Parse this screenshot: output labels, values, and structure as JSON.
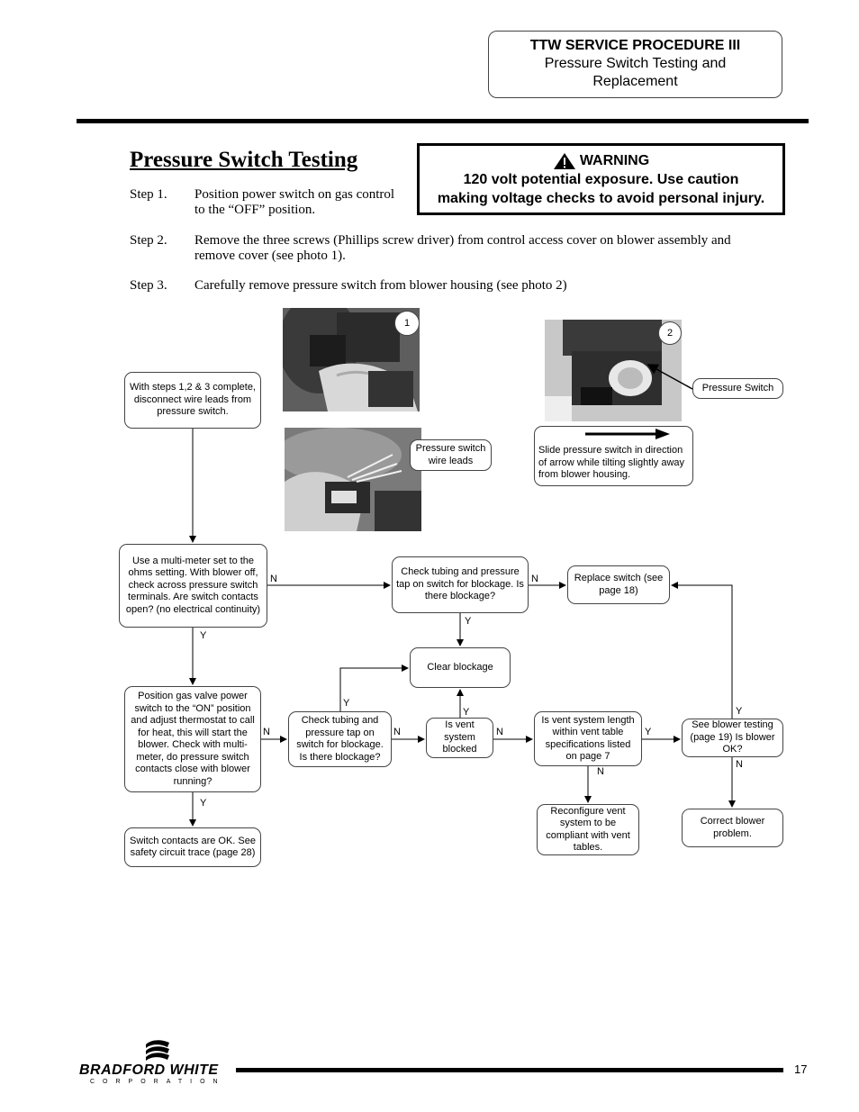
{
  "header": {
    "procedure_title": "TTW SERVICE PROCEDURE III",
    "procedure_subtitle": "Pressure Switch Testing and Replacement"
  },
  "section_title": "Pressure Switch Testing",
  "warning": {
    "heading": "WARNING",
    "line1": "120 volt potential exposure. Use caution",
    "line2": "making voltage checks to avoid personal injury."
  },
  "steps": [
    {
      "num": "Step 1.",
      "line1": "Position power switch on gas control",
      "line2": "to the “OFF” position."
    },
    {
      "num": "Step 2.",
      "line1": "Remove the three screws (Phillips screw driver) from control access cover on blower assembly and",
      "line2": "remove cover (see photo 1)."
    },
    {
      "num": "Step 3.",
      "line1": "Carefully remove pressure switch from blower housing (see photo 2)",
      "line2": ""
    }
  ],
  "photos": {
    "photo1_number": "1",
    "photo2_number": "2",
    "wire_leads_label": "Pressure switch wire leads",
    "pressure_switch_label": "Pressure Switch",
    "slide_instruction": "Slide pressure switch in direction of arrow while tilting slightly away from blower housing."
  },
  "flow": {
    "start": "With steps 1,2 & 3 complete, disconnect wire leads from pressure switch.",
    "multimeter": "Use a multi-meter set to the ohms setting. With blower off, check across pressure switch terminals. Are switch contacts open? (no electrical continuity)",
    "check_tubing_top": "Check tubing and pressure tap on switch for blockage. Is there blockage?",
    "replace_switch": "Replace switch (see page 18)",
    "clear_blockage": "Clear blockage",
    "position_valve": "Position gas valve power switch to the “ON” position and adjust thermostat to call for heat, this will start the blower. Check with multi-meter, do pressure switch contacts close with blower running?",
    "check_tubing_mid": "Check tubing and pressure tap on switch for blockage. Is there blockage?",
    "vent_blocked": "Is vent system blocked",
    "vent_length": "Is vent system length within vent table specifications listed on page 7",
    "blower_testing": "See blower testing (page 19) Is blower OK?",
    "contacts_ok": "Switch contacts are OK. See safety circuit trace (page 28)",
    "reconfigure_vent": "Reconfigure vent system to be compliant with vent tables.",
    "correct_blower": "Correct blower problem.",
    "yes": "Y",
    "no": "N"
  },
  "footer": {
    "brand": "BRADFORD WHITE",
    "corporation": "CORPORATION",
    "page_number": "17"
  }
}
